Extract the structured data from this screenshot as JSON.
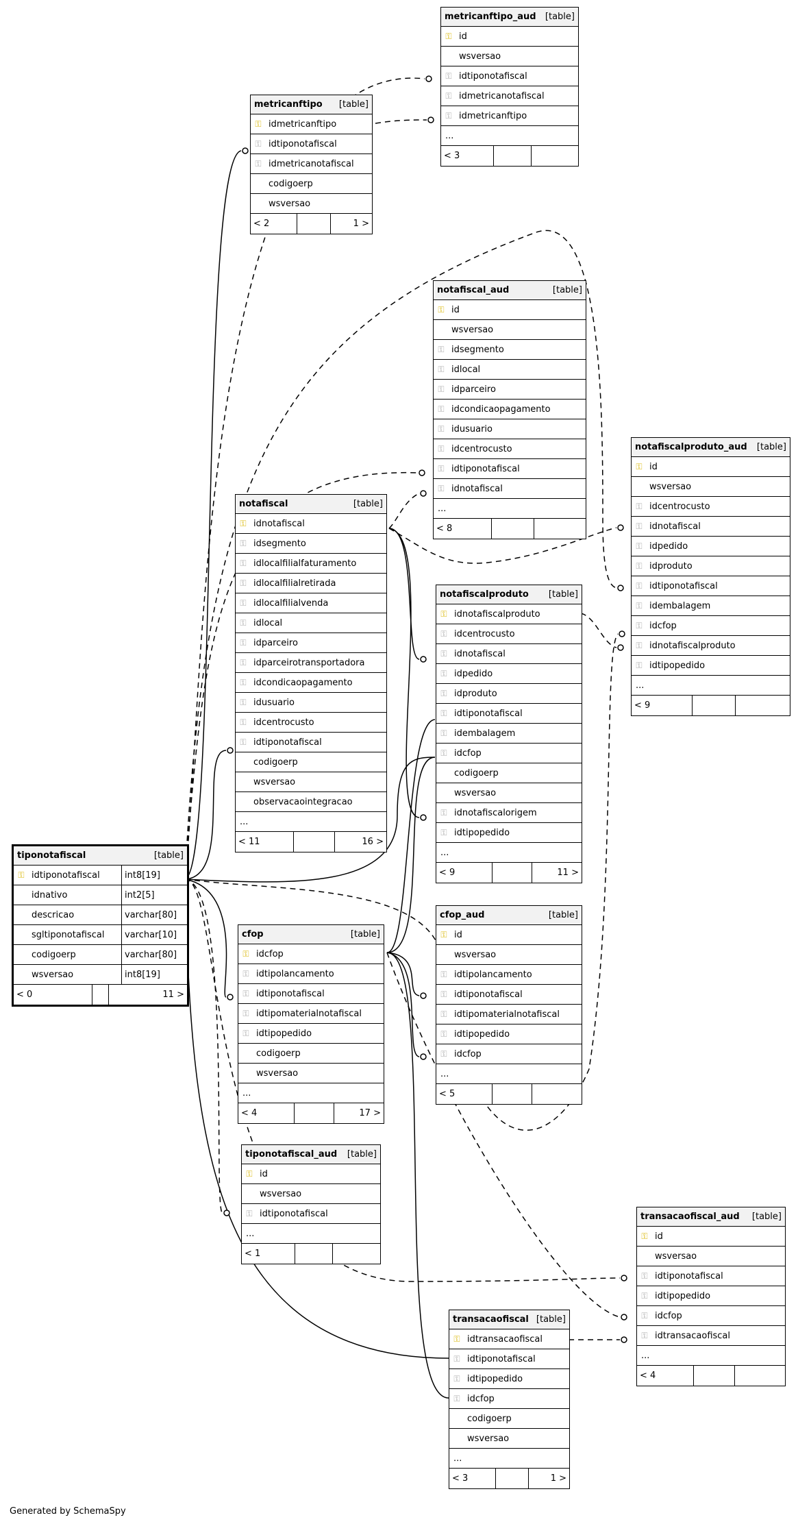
{
  "diagram": {
    "credit": "Generated by SchemaSpy",
    "table_tag": "[table]",
    "tables": [
      {
        "id": "metricanftipo_aud",
        "name": "metricanftipo_aud",
        "focus": false,
        "typed": false,
        "columns": [
          {
            "name": "id",
            "key": "pk"
          },
          {
            "name": "wsversao",
            "key": ""
          },
          {
            "name": "idtiponotafiscal",
            "key": "fk"
          },
          {
            "name": "idmetricanotafiscal",
            "key": "fk"
          },
          {
            "name": "idmetricanftipo",
            "key": "fk"
          },
          {
            "name": "...",
            "key": ""
          }
        ],
        "footer": [
          "< 3",
          "",
          ""
        ]
      },
      {
        "id": "metricanftipo",
        "name": "metricanftipo",
        "focus": false,
        "typed": false,
        "columns": [
          {
            "name": "idmetricanftipo",
            "key": "pk"
          },
          {
            "name": "idtiponotafiscal",
            "key": "fk"
          },
          {
            "name": "idmetricanotafiscal",
            "key": "fk"
          },
          {
            "name": "codigoerp",
            "key": ""
          },
          {
            "name": "wsversao",
            "key": ""
          }
        ],
        "footer": [
          "< 2",
          "",
          "1 >"
        ]
      },
      {
        "id": "notafiscal_aud",
        "name": "notafiscal_aud",
        "focus": false,
        "typed": false,
        "columns": [
          {
            "name": "id",
            "key": "pk"
          },
          {
            "name": "wsversao",
            "key": ""
          },
          {
            "name": "idsegmento",
            "key": "fk"
          },
          {
            "name": "idlocal",
            "key": "fk"
          },
          {
            "name": "idparceiro",
            "key": "fk"
          },
          {
            "name": "idcondicaopagamento",
            "key": "fk"
          },
          {
            "name": "idusuario",
            "key": "fk"
          },
          {
            "name": "idcentrocusto",
            "key": "fk"
          },
          {
            "name": "idtiponotafiscal",
            "key": "fk"
          },
          {
            "name": "idnotafiscal",
            "key": "fk"
          },
          {
            "name": "...",
            "key": ""
          }
        ],
        "footer": [
          "< 8",
          "",
          ""
        ]
      },
      {
        "id": "notafiscalproduto_aud",
        "name": "notafiscalproduto_aud",
        "focus": false,
        "typed": false,
        "columns": [
          {
            "name": "id",
            "key": "pk"
          },
          {
            "name": "wsversao",
            "key": ""
          },
          {
            "name": "idcentrocusto",
            "key": "fk"
          },
          {
            "name": "idnotafiscal",
            "key": "fk"
          },
          {
            "name": "idpedido",
            "key": "fk"
          },
          {
            "name": "idproduto",
            "key": "fk"
          },
          {
            "name": "idtiponotafiscal",
            "key": "fk"
          },
          {
            "name": "idembalagem",
            "key": "fk"
          },
          {
            "name": "idcfop",
            "key": "fk"
          },
          {
            "name": "idnotafiscalproduto",
            "key": "fk"
          },
          {
            "name": "idtipopedido",
            "key": "fk"
          },
          {
            "name": "...",
            "key": ""
          }
        ],
        "footer": [
          "< 9",
          "",
          ""
        ]
      },
      {
        "id": "notafiscal",
        "name": "notafiscal",
        "focus": false,
        "typed": false,
        "columns": [
          {
            "name": "idnotafiscal",
            "key": "pk"
          },
          {
            "name": "idsegmento",
            "key": "fk"
          },
          {
            "name": "idlocalfilialfaturamento",
            "key": "fk"
          },
          {
            "name": "idlocalfilialretirada",
            "key": "fk"
          },
          {
            "name": "idlocalfilialvenda",
            "key": "fk"
          },
          {
            "name": "idlocal",
            "key": "fk"
          },
          {
            "name": "idparceiro",
            "key": "fk"
          },
          {
            "name": "idparceirotransportadora",
            "key": "fk"
          },
          {
            "name": "idcondicaopagamento",
            "key": "fk"
          },
          {
            "name": "idusuario",
            "key": "fk"
          },
          {
            "name": "idcentrocusto",
            "key": "fk"
          },
          {
            "name": "idtiponotafiscal",
            "key": "fk"
          },
          {
            "name": "codigoerp",
            "key": ""
          },
          {
            "name": "wsversao",
            "key": ""
          },
          {
            "name": "observacaointegracao",
            "key": ""
          },
          {
            "name": "...",
            "key": ""
          }
        ],
        "footer": [
          "< 11",
          "",
          "16 >"
        ]
      },
      {
        "id": "notafiscalproduto",
        "name": "notafiscalproduto",
        "focus": false,
        "typed": false,
        "columns": [
          {
            "name": "idnotafiscalproduto",
            "key": "pk"
          },
          {
            "name": "idcentrocusto",
            "key": "fk"
          },
          {
            "name": "idnotafiscal",
            "key": "fk"
          },
          {
            "name": "idpedido",
            "key": "fk"
          },
          {
            "name": "idproduto",
            "key": "fk"
          },
          {
            "name": "idtiponotafiscal",
            "key": "fk"
          },
          {
            "name": "idembalagem",
            "key": "fk"
          },
          {
            "name": "idcfop",
            "key": "fk"
          },
          {
            "name": "codigoerp",
            "key": ""
          },
          {
            "name": "wsversao",
            "key": ""
          },
          {
            "name": "idnotafiscalorigem",
            "key": "fk"
          },
          {
            "name": "idtipopedido",
            "key": "fk"
          },
          {
            "name": "...",
            "key": ""
          }
        ],
        "footer": [
          "< 9",
          "",
          "11 >"
        ]
      },
      {
        "id": "tiponotafiscal",
        "name": "tiponotafiscal",
        "focus": true,
        "typed": true,
        "columns": [
          {
            "name": "idtiponotafiscal",
            "key": "pk",
            "type": "int8[19]"
          },
          {
            "name": "idnativo",
            "key": "",
            "type": "int2[5]"
          },
          {
            "name": "descricao",
            "key": "",
            "type": "varchar[80]"
          },
          {
            "name": "sgltiponotafiscal",
            "key": "",
            "type": "varchar[10]"
          },
          {
            "name": "codigoerp",
            "key": "",
            "type": "varchar[80]"
          },
          {
            "name": "wsversao",
            "key": "",
            "type": "int8[19]"
          }
        ],
        "footer": [
          "< 0",
          "",
          "11 >"
        ]
      },
      {
        "id": "cfop",
        "name": "cfop",
        "focus": false,
        "typed": false,
        "columns": [
          {
            "name": "idcfop",
            "key": "pk"
          },
          {
            "name": "idtipolancamento",
            "key": "fk"
          },
          {
            "name": "idtiponotafiscal",
            "key": "fk"
          },
          {
            "name": "idtipomaterialnotafiscal",
            "key": "fk"
          },
          {
            "name": "idtipopedido",
            "key": "fk"
          },
          {
            "name": "codigoerp",
            "key": ""
          },
          {
            "name": "wsversao",
            "key": ""
          },
          {
            "name": "...",
            "key": ""
          }
        ],
        "footer": [
          "< 4",
          "",
          "17 >"
        ]
      },
      {
        "id": "cfop_aud",
        "name": "cfop_aud",
        "focus": false,
        "typed": false,
        "columns": [
          {
            "name": "id",
            "key": "pk"
          },
          {
            "name": "wsversao",
            "key": ""
          },
          {
            "name": "idtipolancamento",
            "key": "fk"
          },
          {
            "name": "idtiponotafiscal",
            "key": "fk"
          },
          {
            "name": "idtipomaterialnotafiscal",
            "key": "fk"
          },
          {
            "name": "idtipopedido",
            "key": "fk"
          },
          {
            "name": "idcfop",
            "key": "fk"
          },
          {
            "name": "...",
            "key": ""
          }
        ],
        "footer": [
          "< 5",
          "",
          ""
        ]
      },
      {
        "id": "tiponotafiscal_aud",
        "name": "tiponotafiscal_aud",
        "focus": false,
        "typed": false,
        "columns": [
          {
            "name": "id",
            "key": "pk"
          },
          {
            "name": "wsversao",
            "key": ""
          },
          {
            "name": "idtiponotafiscal",
            "key": "fk"
          },
          {
            "name": "...",
            "key": ""
          }
        ],
        "footer": [
          "< 1",
          "",
          ""
        ]
      },
      {
        "id": "transacaofiscal_aud",
        "name": "transacaofiscal_aud",
        "focus": false,
        "typed": false,
        "columns": [
          {
            "name": "id",
            "key": "pk"
          },
          {
            "name": "wsversao",
            "key": ""
          },
          {
            "name": "idtiponotafiscal",
            "key": "fk"
          },
          {
            "name": "idtipopedido",
            "key": "fk"
          },
          {
            "name": "idcfop",
            "key": "fk"
          },
          {
            "name": "idtransacaofiscal",
            "key": "fk"
          },
          {
            "name": "...",
            "key": ""
          }
        ],
        "footer": [
          "< 4",
          "",
          ""
        ]
      },
      {
        "id": "transacaofiscal",
        "name": "transacaofiscal",
        "focus": false,
        "typed": false,
        "columns": [
          {
            "name": "idtransacaofiscal",
            "key": "pk"
          },
          {
            "name": "idtiponotafiscal",
            "key": "fk"
          },
          {
            "name": "idtipopedido",
            "key": "fk"
          },
          {
            "name": "idcfop",
            "key": "fk"
          },
          {
            "name": "codigoerp",
            "key": ""
          },
          {
            "name": "wsversao",
            "key": ""
          },
          {
            "name": "...",
            "key": ""
          }
        ],
        "footer": [
          "< 3",
          "",
          "1 >"
        ]
      }
    ]
  }
}
